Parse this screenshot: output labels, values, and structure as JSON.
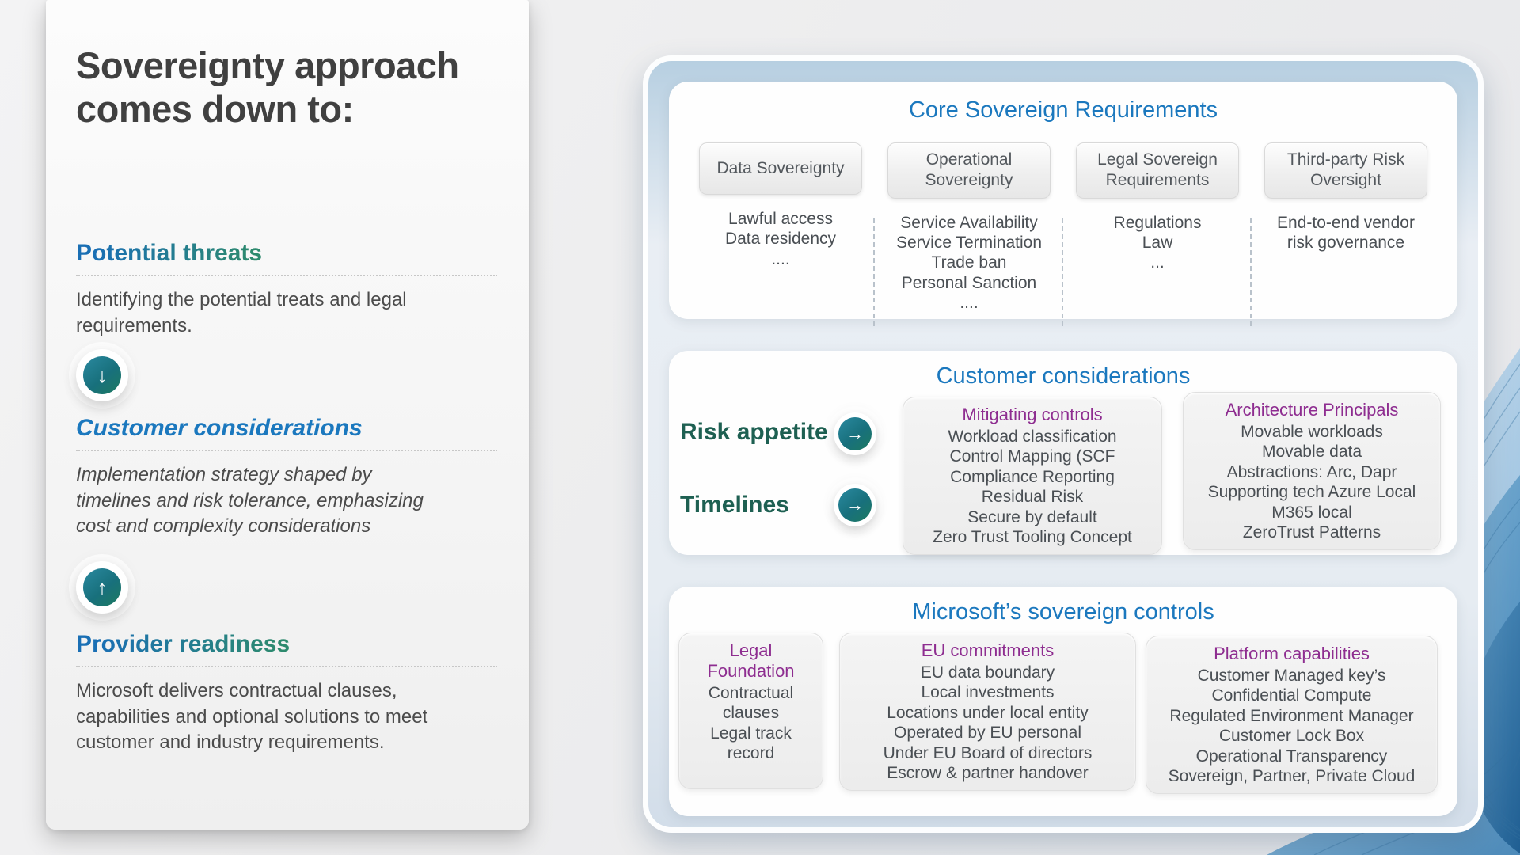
{
  "left_panel": {
    "title": "Sovereignty approach comes down to:",
    "sections": [
      {
        "heading": "Potential threats",
        "body": "Identifying the potential treats and legal requirements."
      },
      {
        "heading": "Customer considerations",
        "body": "Implementation strategy shaped by timelines and risk tolerance, emphasizing cost and complexity considerations"
      },
      {
        "heading": "Provider readiness",
        "body": "Microsoft delivers contractual clauses, capabilities and optional solutions to meet customer and industry requirements."
      }
    ]
  },
  "core_panel": {
    "title": "Core Sovereign Requirements",
    "columns": [
      {
        "header": "Data Sovereignty",
        "items": [
          "Lawful access",
          "Data residency",
          "...."
        ]
      },
      {
        "header": "Operational Sovereignty",
        "items": [
          "Service Availability",
          "Service Termination",
          "Trade ban",
          "Personal Sanction",
          "...."
        ]
      },
      {
        "header": "Legal Sovereign Requirements",
        "items": [
          "Regulations",
          "Law",
          "..."
        ]
      },
      {
        "header": "Third-party Risk Oversight",
        "items": [
          "End-to-end vendor risk governance"
        ]
      }
    ]
  },
  "customer_panel": {
    "title": "Customer considerations",
    "rows": [
      {
        "label": "Risk appetite"
      },
      {
        "label": "Timelines"
      }
    ],
    "boxes": [
      {
        "title": "Mitigating controls",
        "items": [
          "Workload classification",
          "Control Mapping (SCF",
          "Compliance Reporting",
          "Residual Risk",
          "Secure by default",
          "Zero Trust Tooling Concept"
        ]
      },
      {
        "title": "Architecture Principals",
        "items": [
          "Movable workloads",
          "Movable data",
          "Abstractions: Arc, Dapr",
          "Supporting tech Azure Local",
          "M365 local",
          "ZeroTrust Patterns"
        ]
      }
    ]
  },
  "controls_panel": {
    "title": "Microsoft’s sovereign controls",
    "boxes": [
      {
        "title": "Legal Foundation",
        "items": [
          "Contractual clauses",
          "Legal track record"
        ]
      },
      {
        "title": "EU commitments",
        "items": [
          "EU data boundary",
          "Local investments",
          "Locations under local entity",
          "Operated by EU personal",
          "Under EU Board of directors",
          "Escrow & partner handover"
        ]
      },
      {
        "title": "Platform capabilities",
        "items": [
          "Customer Managed key’s",
          "Confidential Compute",
          "Regulated Environment Manager",
          "Customer Lock Box",
          "Operational Transparency",
          "Sovereign, Partner, Private Cloud"
        ]
      }
    ]
  },
  "icons": {
    "down_arrow": "↓",
    "up_arrow": "↑",
    "right_arrow": "→"
  },
  "colors": {
    "accent_blue": "#1b78be",
    "accent_purple": "#8e2d90",
    "accent_teal_green": "#1e6052",
    "arrow_button_teal": "#18707c",
    "heading_gradient_start": "#1a6fb4",
    "heading_gradient_end": "#2d8a6e"
  }
}
